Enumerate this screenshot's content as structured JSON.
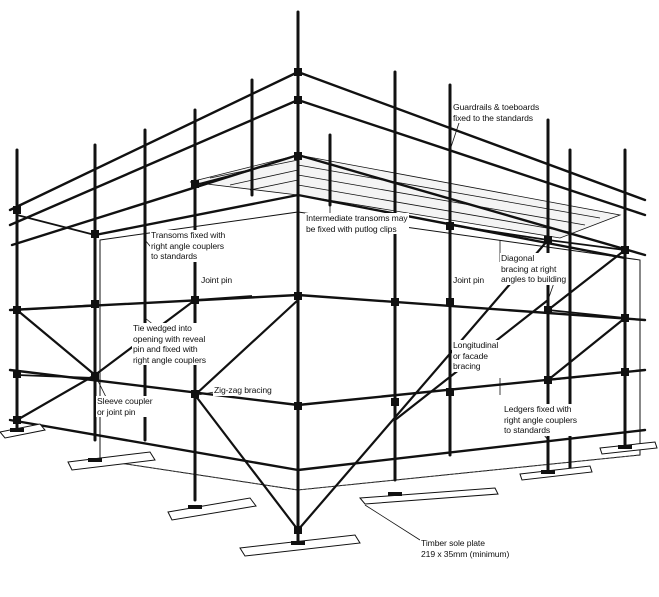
{
  "diagram": {
    "labels": {
      "guardrails": "Guardrails & toeboards\nfixed to the standards",
      "transoms": "Transoms fixed with\nright angle couplers\nto standards",
      "intermediate": "Intermediate transoms may\nbe fixed with putlog clips",
      "joint_pin_left": "Joint pin",
      "joint_pin_right": "Joint pin",
      "diagonal": "Diagonal\nbracing at right\nangles to building",
      "tie": "Tie wedged into\nopening with reveal\npin and fixed with\nright angle couplers",
      "longitudinal": "Longitudinal\nor facade\nbracing",
      "zigzag": "Zig-zag bracing",
      "sleeve": "Sleeve coupler\nor joint pin",
      "ledgers": "Ledgers fixed with\nright angle couplers\nto standards",
      "sole_plate": "Timber sole plate\n219 x 35mm (minimum)"
    },
    "colors": {
      "ink": "#111111",
      "paper": "#ffffff",
      "wall_shade": "#bbbbbb"
    }
  }
}
